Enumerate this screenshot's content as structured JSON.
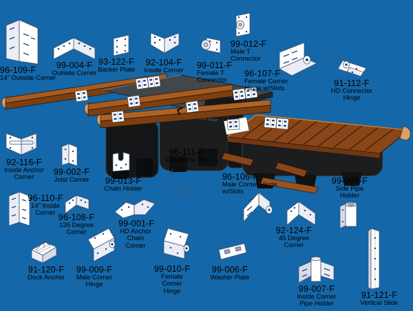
{
  "page": {
    "background_color": "#1467A8",
    "label_text_color": "#000000",
    "wood_color": "#8a4618",
    "float_color": "#1a1c1e",
    "part_fill_color": "#ffffff",
    "hole_color": "#26427f"
  },
  "decals": {
    "float_brand": "DOCK EDGE"
  },
  "parts": [
    {
      "id": "96-109-F",
      "desc": "14\" Outside Corner"
    },
    {
      "id": "99-004-F",
      "desc": "Outside Corner"
    },
    {
      "id": "93-122-F",
      "desc": "Backer Plate"
    },
    {
      "id": "92-104-F",
      "desc": "Inside Corner"
    },
    {
      "id": "99-011-F",
      "desc": "Female T Connector"
    },
    {
      "id": "99-012-F",
      "desc": "Male T Connector"
    },
    {
      "id": "96-107-F",
      "desc": "Female Corner Hinge w/Slots"
    },
    {
      "id": "91-112-F",
      "desc": "HD Connector Hinge"
    },
    {
      "id": "92-116-F",
      "desc": "Inside Anchor Corner"
    },
    {
      "id": "99-002-F",
      "desc": "Joist Corner"
    },
    {
      "id": "99-013-F",
      "desc": "Chain Holder"
    },
    {
      "id": "96-111-F",
      "desc": "Connector Pin"
    },
    {
      "id": "96-106-F",
      "desc": "Male Corner Hinge w/Slots"
    },
    {
      "id": "99-005-F",
      "desc": "Side Pipe Holder"
    },
    {
      "id": "96-110-F",
      "desc": "14\" Inside Corner"
    },
    {
      "id": "96-108-F",
      "desc": "135 Degree Corner"
    },
    {
      "id": "99-001-F",
      "desc": "HD Anchor Chain Corner"
    },
    {
      "id": "91-120-F",
      "desc": "Dock Anchor"
    },
    {
      "id": "99-009-F",
      "desc": "Male Corner Hinge"
    },
    {
      "id": "99-010-F",
      "desc": "Female Corner Hinge"
    },
    {
      "id": "99-006-F",
      "desc": "Washer Plate"
    },
    {
      "id": "92-124-F",
      "desc": "45 Degree Corner"
    },
    {
      "id": "99-007-F",
      "desc": "Inside Corner Pipe Holder"
    },
    {
      "id": "91-121-F",
      "desc": "Vertical Slide"
    }
  ]
}
